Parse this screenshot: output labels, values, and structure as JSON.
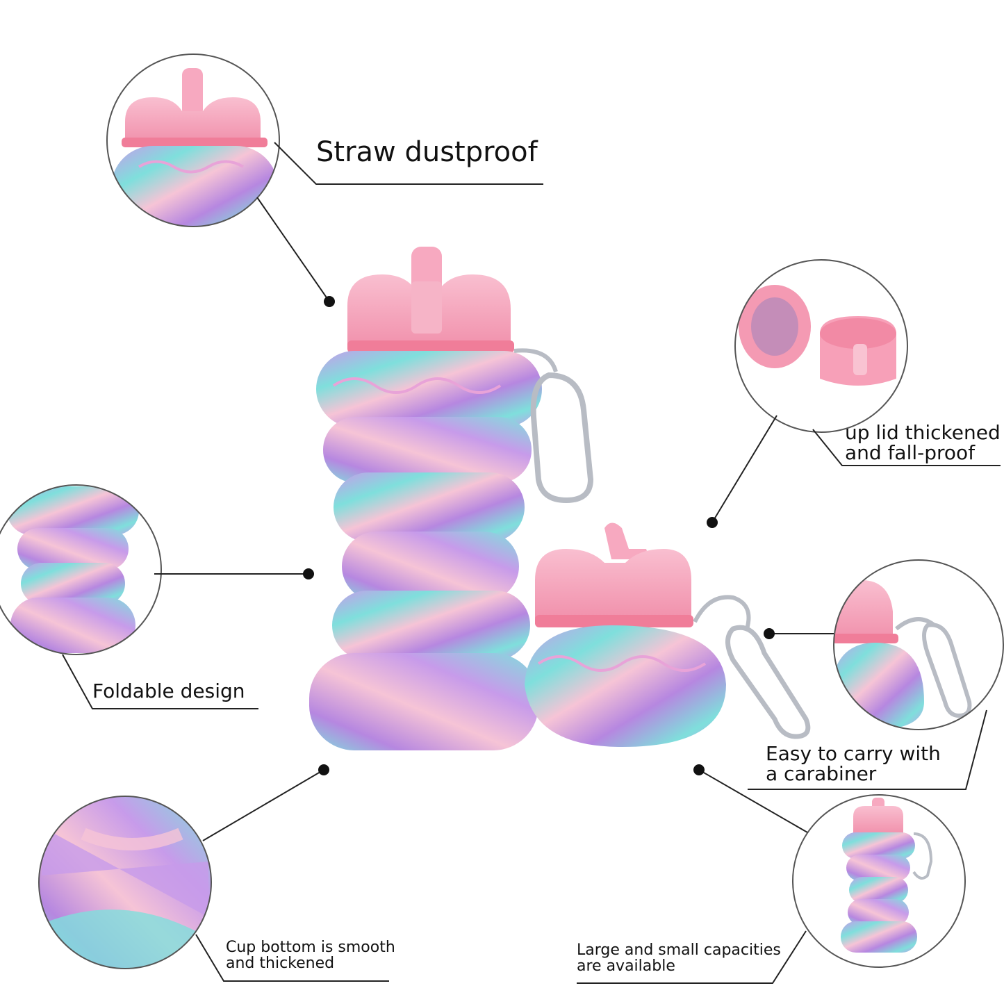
{
  "features": {
    "straw": {
      "label": "Straw dustproof"
    },
    "lid": {
      "line1": "up lid thickened",
      "line2": "and fall-proof"
    },
    "foldable": {
      "label": "Foldable design"
    },
    "carry": {
      "line1": "Easy to carry with",
      "line2": "a carabiner"
    },
    "bottom": {
      "line1": "Cup bottom is smooth",
      "line2": "and thickened"
    },
    "capacity": {
      "line1": "Large and small capacities",
      "line2": "are available"
    }
  },
  "colors": {
    "pink": "#f7a9c0",
    "pink_dark": "#f08aa6",
    "lavender": "#c79bea",
    "purple": "#b687e0",
    "aqua": "#7fdfdc",
    "light_pink": "#f6c4d6",
    "metal": "#b8bcc4",
    "line": "#222222"
  }
}
